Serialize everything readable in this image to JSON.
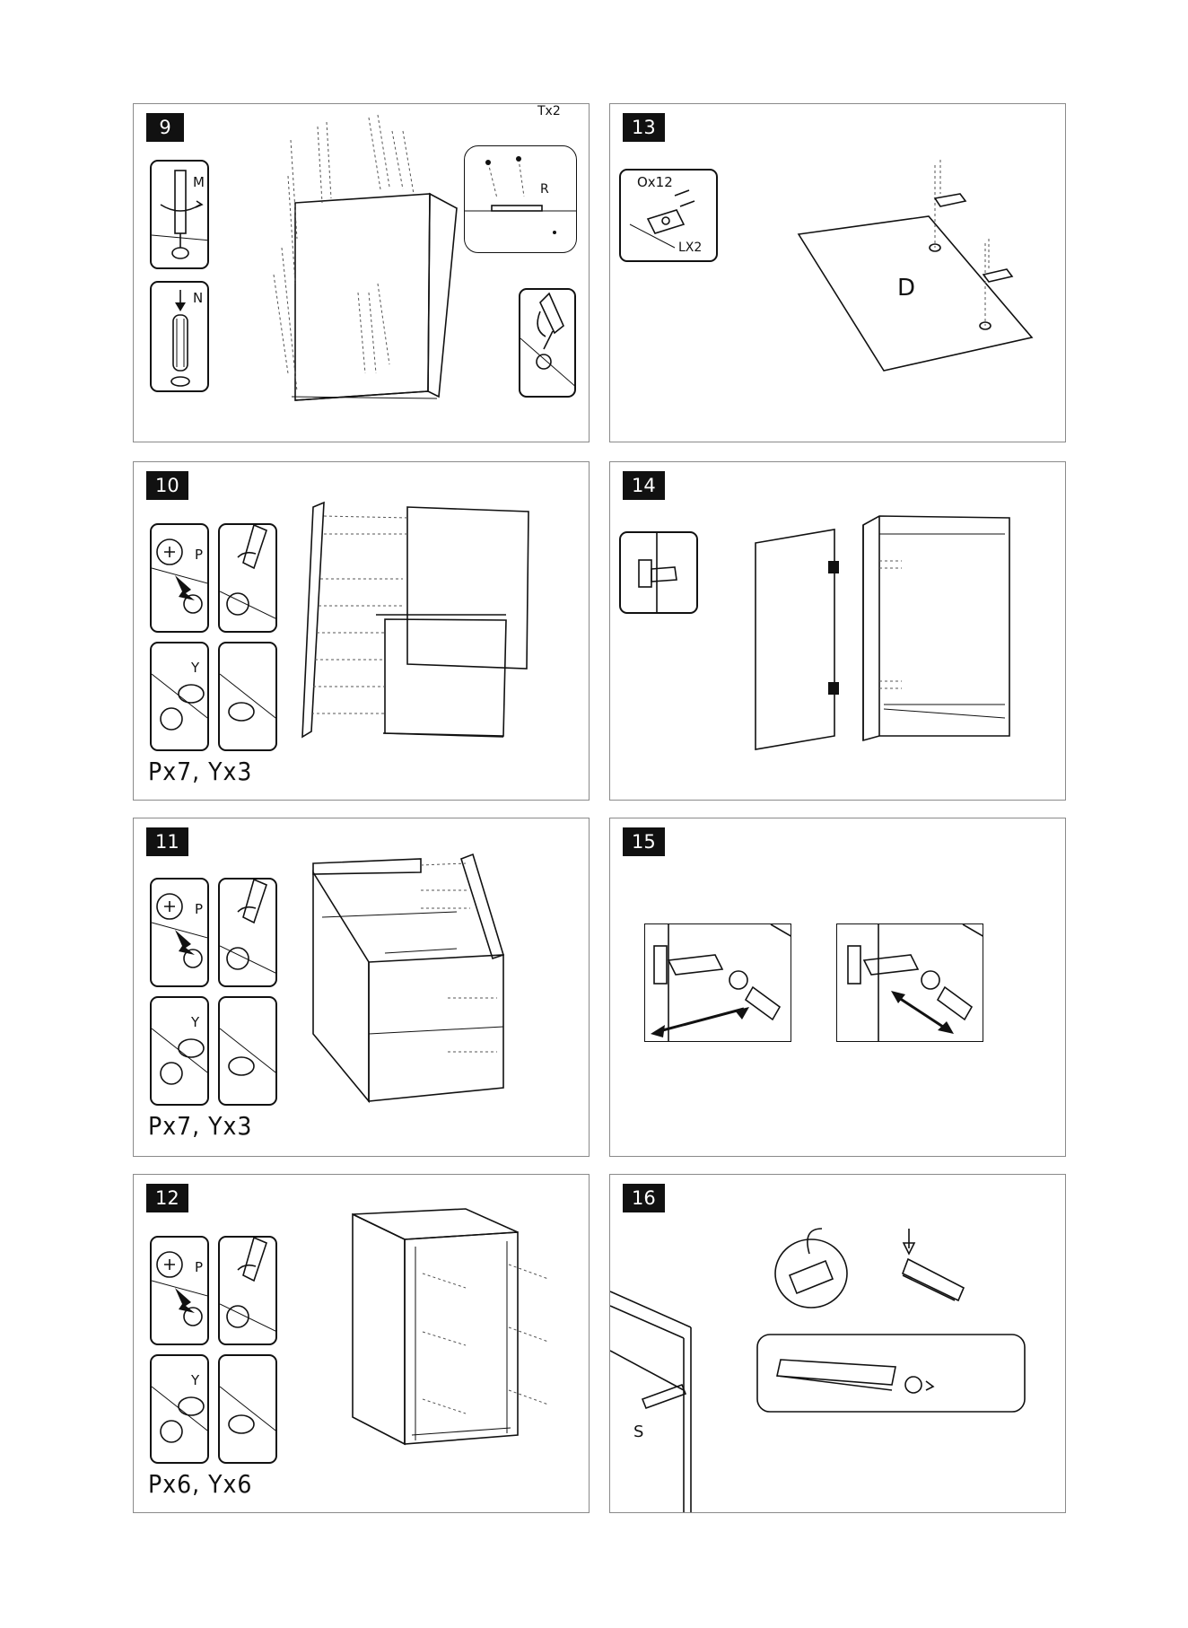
{
  "steps": {
    "s9": {
      "number": "9",
      "label_tx": "Tx2",
      "label_r": "R",
      "label_m": "M",
      "label_n": "N"
    },
    "s10": {
      "number": "10",
      "label_p": "P",
      "label_y": "Y",
      "quantity": "Px7, Yx3"
    },
    "s11": {
      "number": "11",
      "label_p": "P",
      "label_y": "Y",
      "quantity": "Px7, Yx3"
    },
    "s12": {
      "number": "12",
      "label_p": "P",
      "label_y": "Y",
      "quantity": "Px6, Yx6"
    },
    "s13": {
      "number": "13",
      "label_o": "Ox12",
      "label_l": "LX2",
      "label_d": "D"
    },
    "s14": {
      "number": "14"
    },
    "s15": {
      "number": "15"
    },
    "s16": {
      "number": "16",
      "label_s": "S"
    }
  }
}
